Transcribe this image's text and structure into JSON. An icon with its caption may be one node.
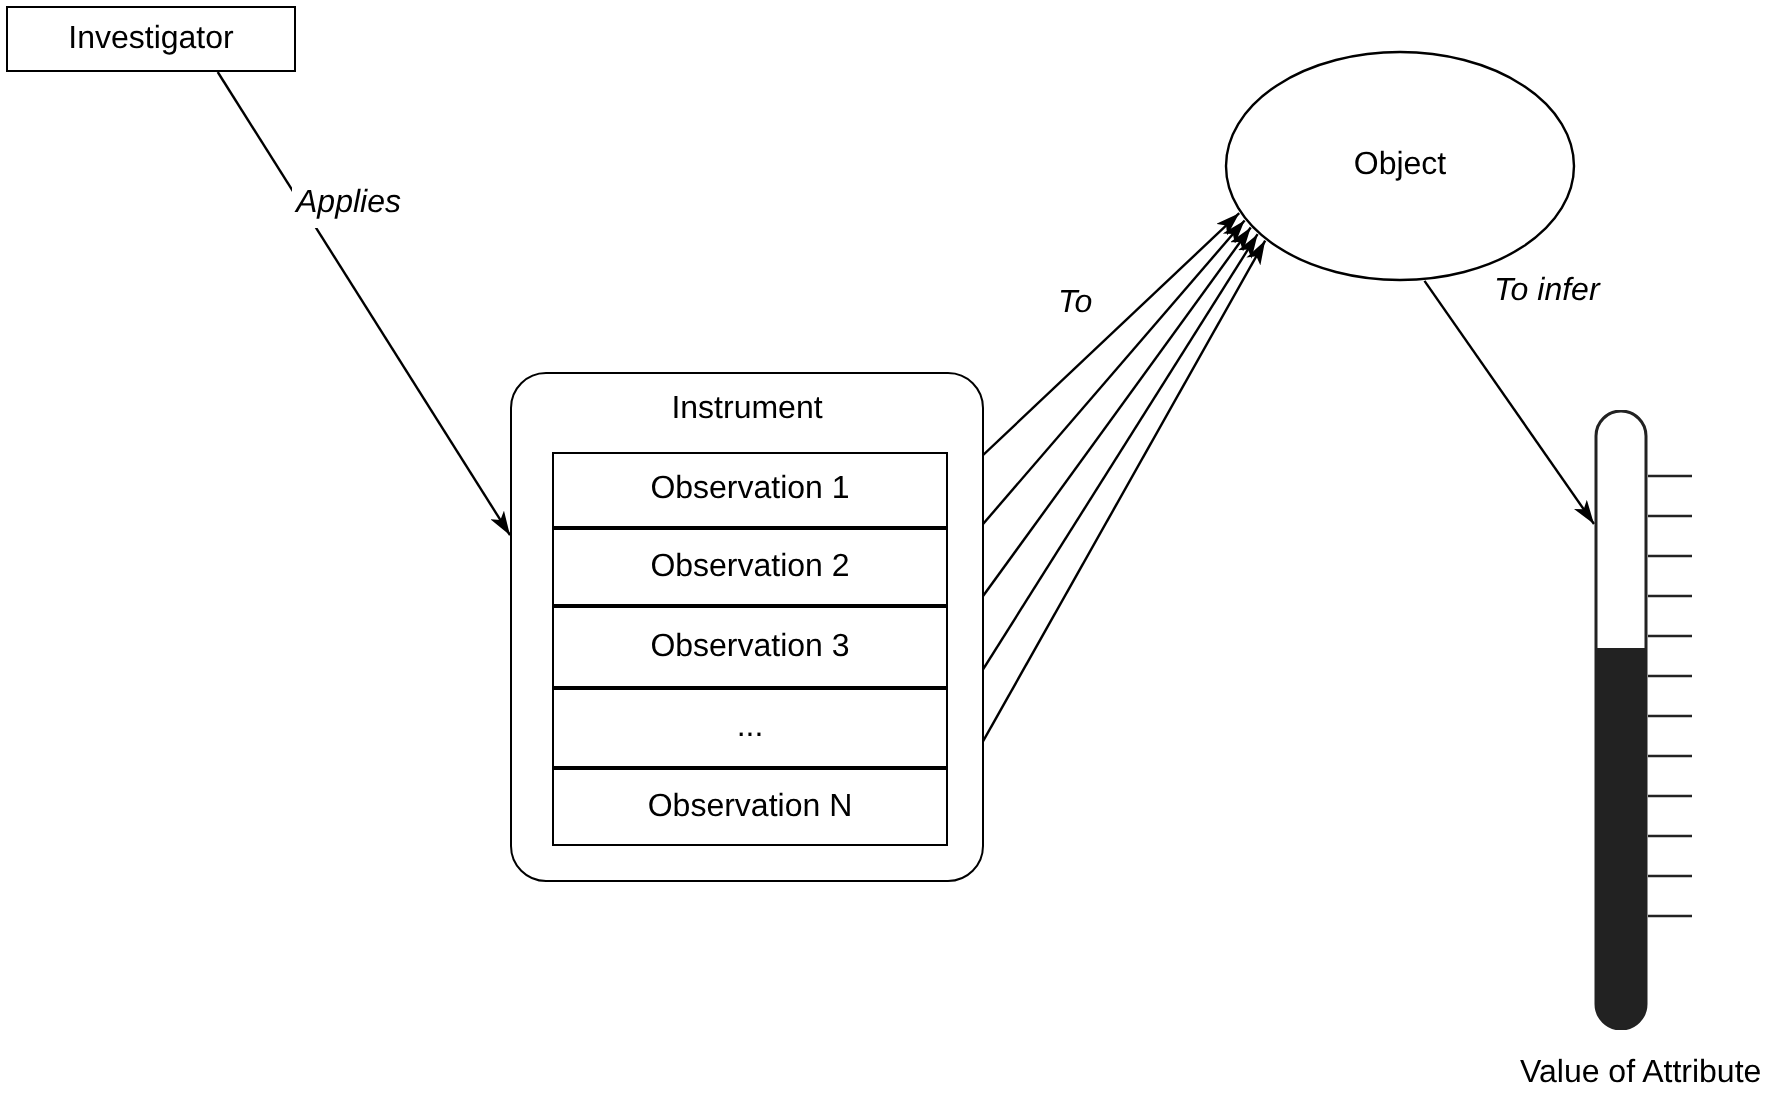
{
  "diagram": {
    "nodes": [
      {
        "text": [
          "Investigator"
        ]
      },
      {
        "text": [
          "Instrument"
        ]
      },
      {
        "text": [
          "Observation 1"
        ],
        "in": 1
      },
      {
        "text": [
          "Observation 2"
        ],
        "in": 1
      },
      {
        "text": [
          "Observation 3"
        ],
        "in": 1
      },
      {
        "text": [
          "..."
        ],
        "in": 1
      },
      {
        "text": [
          "Observation N"
        ],
        "in": 1
      },
      {
        "text": [
          "Object"
        ]
      },
      {
        "text": [
          "Value of Attribute"
        ]
      }
    ],
    "edges": [
      {
        "from": 0,
        "to": 1,
        "arrow": "to",
        "label": "Applies"
      },
      {
        "from": 2,
        "to": 7,
        "arrow": "to",
        "label": "To"
      },
      {
        "from": 3,
        "to": 7,
        "arrow": "to"
      },
      {
        "from": 4,
        "to": 7,
        "arrow": "to"
      },
      {
        "from": 5,
        "to": 7,
        "arrow": "to"
      },
      {
        "from": 6,
        "to": 7,
        "arrow": "to"
      },
      {
        "from": 7,
        "to": 8,
        "arrow": "to",
        "label": "To infer"
      }
    ]
  }
}
